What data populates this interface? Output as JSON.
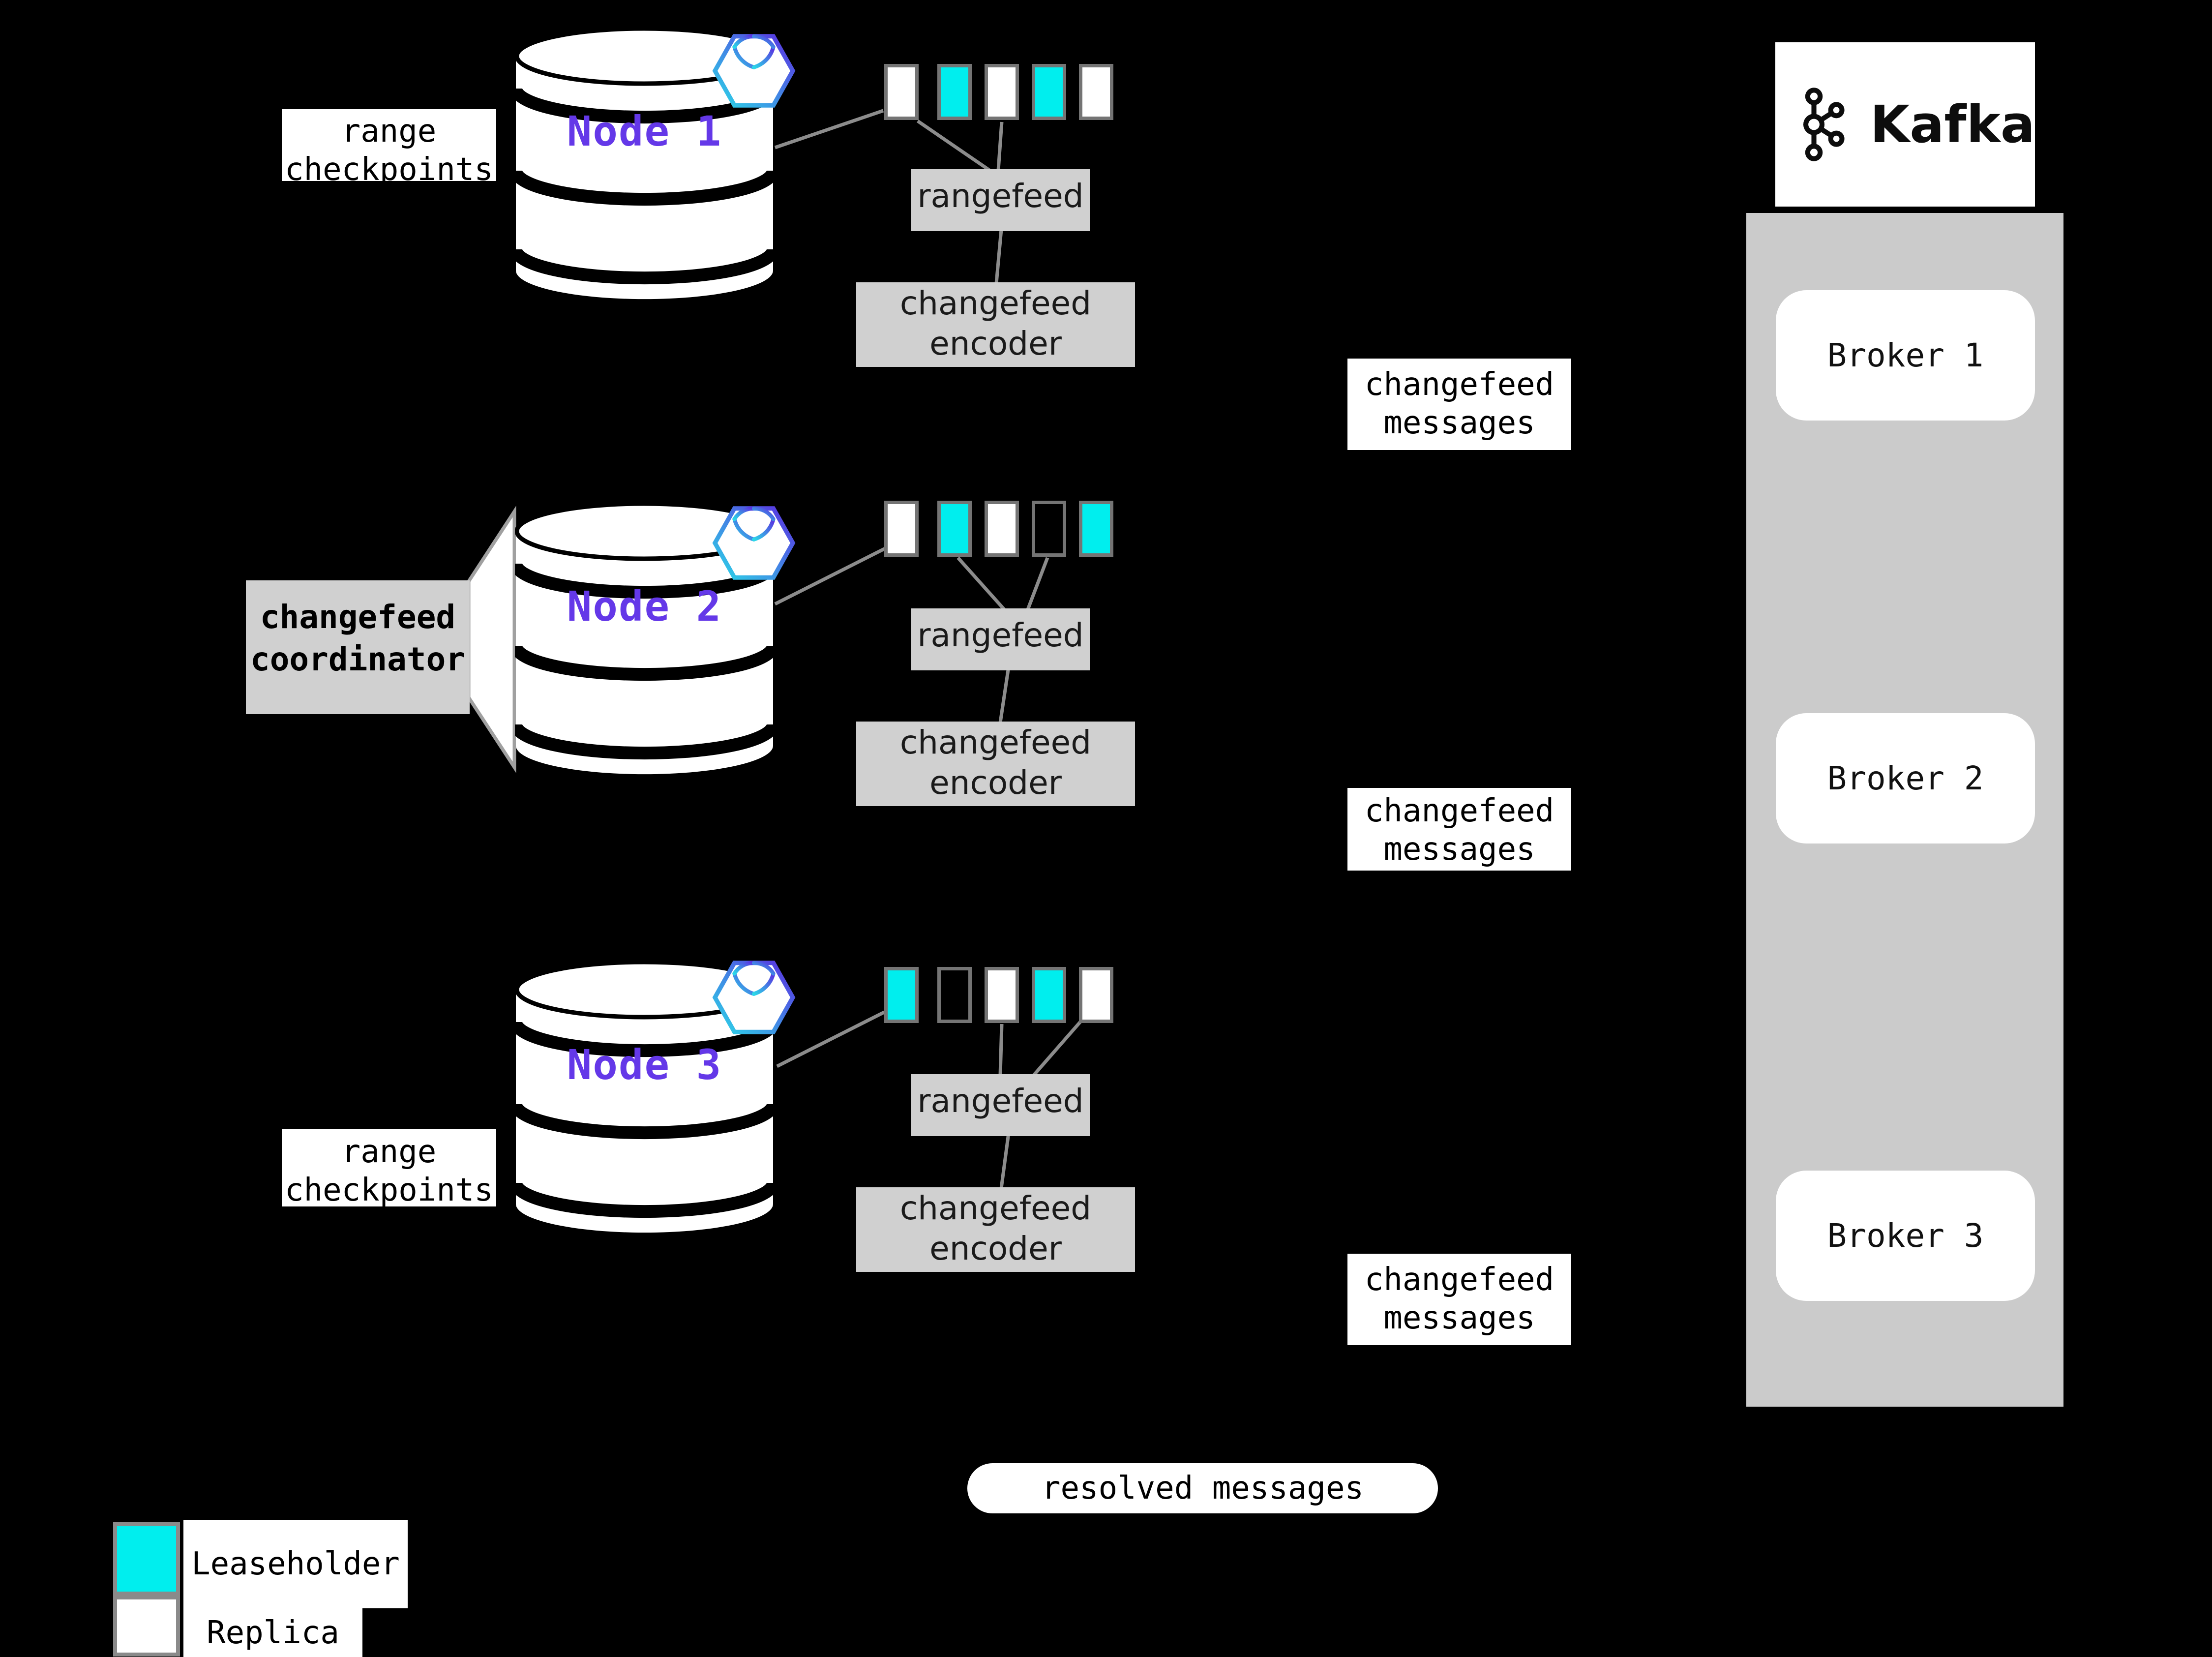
{
  "colors": {
    "background": "#000000",
    "leaseholder": "#00eeee",
    "replica": "#ffffff",
    "empty_range": "#000000",
    "range_border": "#747474",
    "box_gray": "#d0d0d0",
    "column_gray": "#cbcbcb",
    "connector_gray": "#8c8c8c",
    "node_label_purple": "#6438e8",
    "hex_border_cyan": "#2bd8e8",
    "hex_border_purple": "#5b2de1"
  },
  "nodes": [
    {
      "label": "Node 1",
      "logo": "cockroachdb-hexagon",
      "ranges": [
        "replica",
        "leaseholder",
        "replica",
        "leaseholder",
        "replica"
      ],
      "rangefeed_label": "rangefeed",
      "encoder_label": "changefeed encoder"
    },
    {
      "label": "Node 2",
      "logo": "cockroachdb-hexagon",
      "ranges": [
        "replica",
        "leaseholder",
        "replica",
        "empty",
        "leaseholder"
      ],
      "rangefeed_label": "rangefeed",
      "encoder_label": "changefeed encoder"
    },
    {
      "label": "Node 3",
      "logo": "cockroachdb-hexagon",
      "ranges": [
        "leaseholder",
        "empty",
        "replica",
        "leaseholder",
        "replica"
      ],
      "rangefeed_label": "rangefeed",
      "encoder_label": "changefeed encoder"
    }
  ],
  "annotations": {
    "range_checkpoints_top": "range checkpoints",
    "range_checkpoints_bottom": "range checkpoints",
    "coordinator": "changefeed coordinator",
    "changefeed_messages_1": "changefeed messages",
    "changefeed_messages_2": "changefeed messages",
    "changefeed_messages_3": "changefeed messages",
    "resolved_messages": "resolved messages"
  },
  "kafka": {
    "title": "Kafka",
    "brokers": [
      "Broker 1",
      "Broker 2",
      "Broker 3"
    ]
  },
  "legend": {
    "items": [
      {
        "label": "Leaseholder",
        "type": "leaseholder"
      },
      {
        "label": "Replica",
        "type": "replica"
      }
    ]
  }
}
